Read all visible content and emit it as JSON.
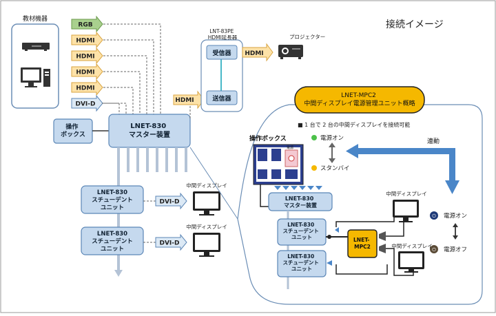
{
  "title": "接続イメージ",
  "equipment": {
    "label": "教材機器"
  },
  "signals": {
    "rgb": "RGB",
    "hdmi": "HDMI",
    "dvid": "DVI-D"
  },
  "extender": {
    "caption": "LNT-83PE\nHDMI延長器",
    "receiver": "受信器",
    "transmitter": "送信器"
  },
  "projector": "プロジェクター",
  "control_box": "操作\nボックス",
  "master": "LNET-830\nマスター装置",
  "student_unit": "LNET-830\nスチューデント\nユニット",
  "relay_display": "中間ディスプレイ",
  "mpc": {
    "banner": "LNET-MPC2\n中間ディスプレイ電源管理ユニット概略",
    "note": "■ 1 台で 2 台の中間ディスプレイを接続可能",
    "control_box_title": "操作ボックス",
    "panel_top_label": "電源",
    "power_on": "電源オン",
    "standby": "スタンバイ",
    "linked": "連動",
    "master_small": "LNET-830\nマスター装置",
    "student_small": "LNET-830\nスチューデント\nユニット",
    "unit": "LNET-\nMPC2",
    "power_on_right": "電源オン",
    "power_off_right": "電源オフ"
  },
  "colors": {
    "box_fill": "#c5d9ee",
    "box_stroke": "#5b86b6",
    "hdmi_fill": "#fde2a8",
    "hdmi_stroke": "#d9a441",
    "rgb_fill": "#a9d08e",
    "dvid_fill": "#dce9f5",
    "mpc_fill": "#f5b800",
    "link_blue": "#4a86c8"
  }
}
